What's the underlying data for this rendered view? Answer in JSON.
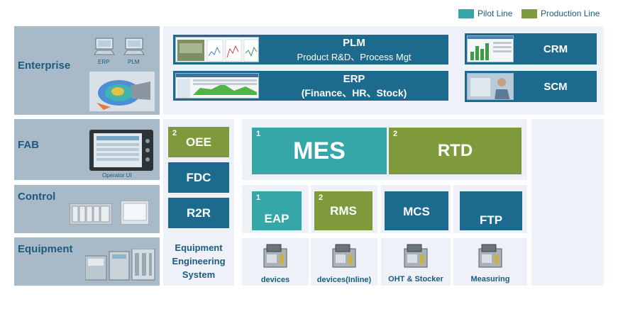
{
  "legend": {
    "pilot_line": "Pilot Line",
    "production_line": "Production Line",
    "pilot_color": "#36a7a9",
    "production_color": "#7f9a3a",
    "navy_color": "#1c6a8e"
  },
  "layers": {
    "enterprise": {
      "label": "Enterprise",
      "erp_icon_label": "ERP",
      "plm_icon_label": "PLM"
    },
    "fab": {
      "label": "FAB",
      "operator_ui_label": "Operator UI"
    },
    "control": {
      "label": "Control"
    },
    "equipment": {
      "label": "Equipment"
    }
  },
  "enterprise_systems": {
    "plm": {
      "title": "PLM",
      "subtitle": "Product R&D、Process Mgt"
    },
    "erp": {
      "title": "ERP",
      "subtitle": "(Finance、HR、Stock)"
    },
    "crm": {
      "title": "CRM"
    },
    "scm": {
      "title": "SCM"
    }
  },
  "ees": {
    "oee": {
      "badge": "2",
      "label": "OEE"
    },
    "fdc": {
      "label": "FDC"
    },
    "r2r": {
      "label": "R2R"
    },
    "caption": "Equipment Engineering System"
  },
  "fab_systems": {
    "mes": {
      "badge": "1",
      "label": "MES"
    },
    "rtd": {
      "badge": "2",
      "label": "RTD"
    },
    "eap": {
      "badge": "1",
      "label": "EAP"
    },
    "rms": {
      "badge": "2",
      "label": "RMS"
    },
    "mcs": {
      "label": "MCS"
    },
    "ftp": {
      "label": "FTP"
    }
  },
  "devices": [
    {
      "label": "devices",
      "icon": "equipment-machine-icon"
    },
    {
      "label": "devices(Inline)",
      "icon": "equipment-machine-icon"
    },
    {
      "label": "OHT & Stocker",
      "icon": "equipment-machine-icon"
    },
    {
      "label": "Measuring",
      "icon": "equipment-machine-icon"
    }
  ]
}
